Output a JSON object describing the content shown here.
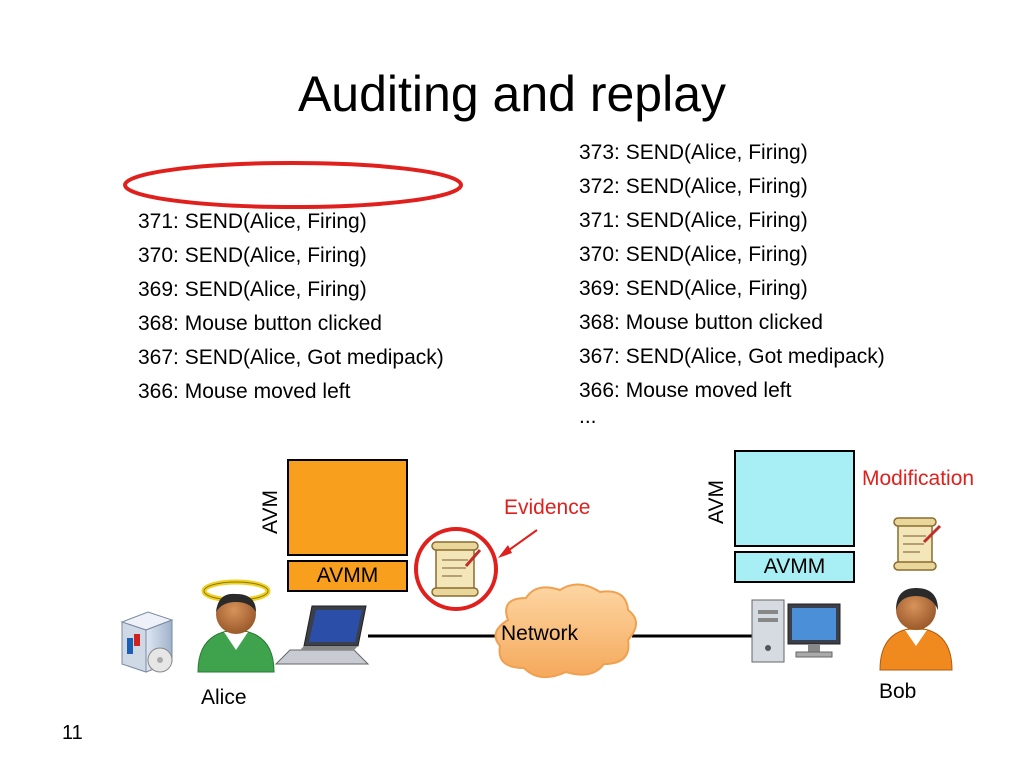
{
  "slide": {
    "title": "Auditing and replay",
    "page_number": "11"
  },
  "left_log": [
    "371: SEND(Alice, Firing)",
    "370: SEND(Alice, Firing)",
    "369: SEND(Alice, Firing)",
    "368: Mouse button clicked",
    "367: SEND(Alice, Got medipack)",
    "366: Mouse moved left"
  ],
  "right_log": [
    "373: SEND(Alice, Firing)",
    "372: SEND(Alice, Firing)",
    "371: SEND(Alice, Firing)",
    "370: SEND(Alice, Firing)",
    "369: SEND(Alice, Firing)",
    "368: Mouse button clicked",
    "367: SEND(Alice, Got medipack)",
    "366: Mouse moved left",
    "..."
  ],
  "diagram": {
    "left_avm_label": "AVM",
    "left_avmm_label": "AVMM",
    "right_avm_label": "AVM",
    "right_avmm_label": "AVMM",
    "evidence_label": "Evidence",
    "modification_label": "Modification",
    "network_label": "Network",
    "alice_label": "Alice",
    "bob_label": "Bob",
    "colors": {
      "highlight": "#e0201c",
      "left_avm": "#f8a01e",
      "right_avm": "#a8eff5",
      "network_cloud": "#fbc07a"
    }
  }
}
